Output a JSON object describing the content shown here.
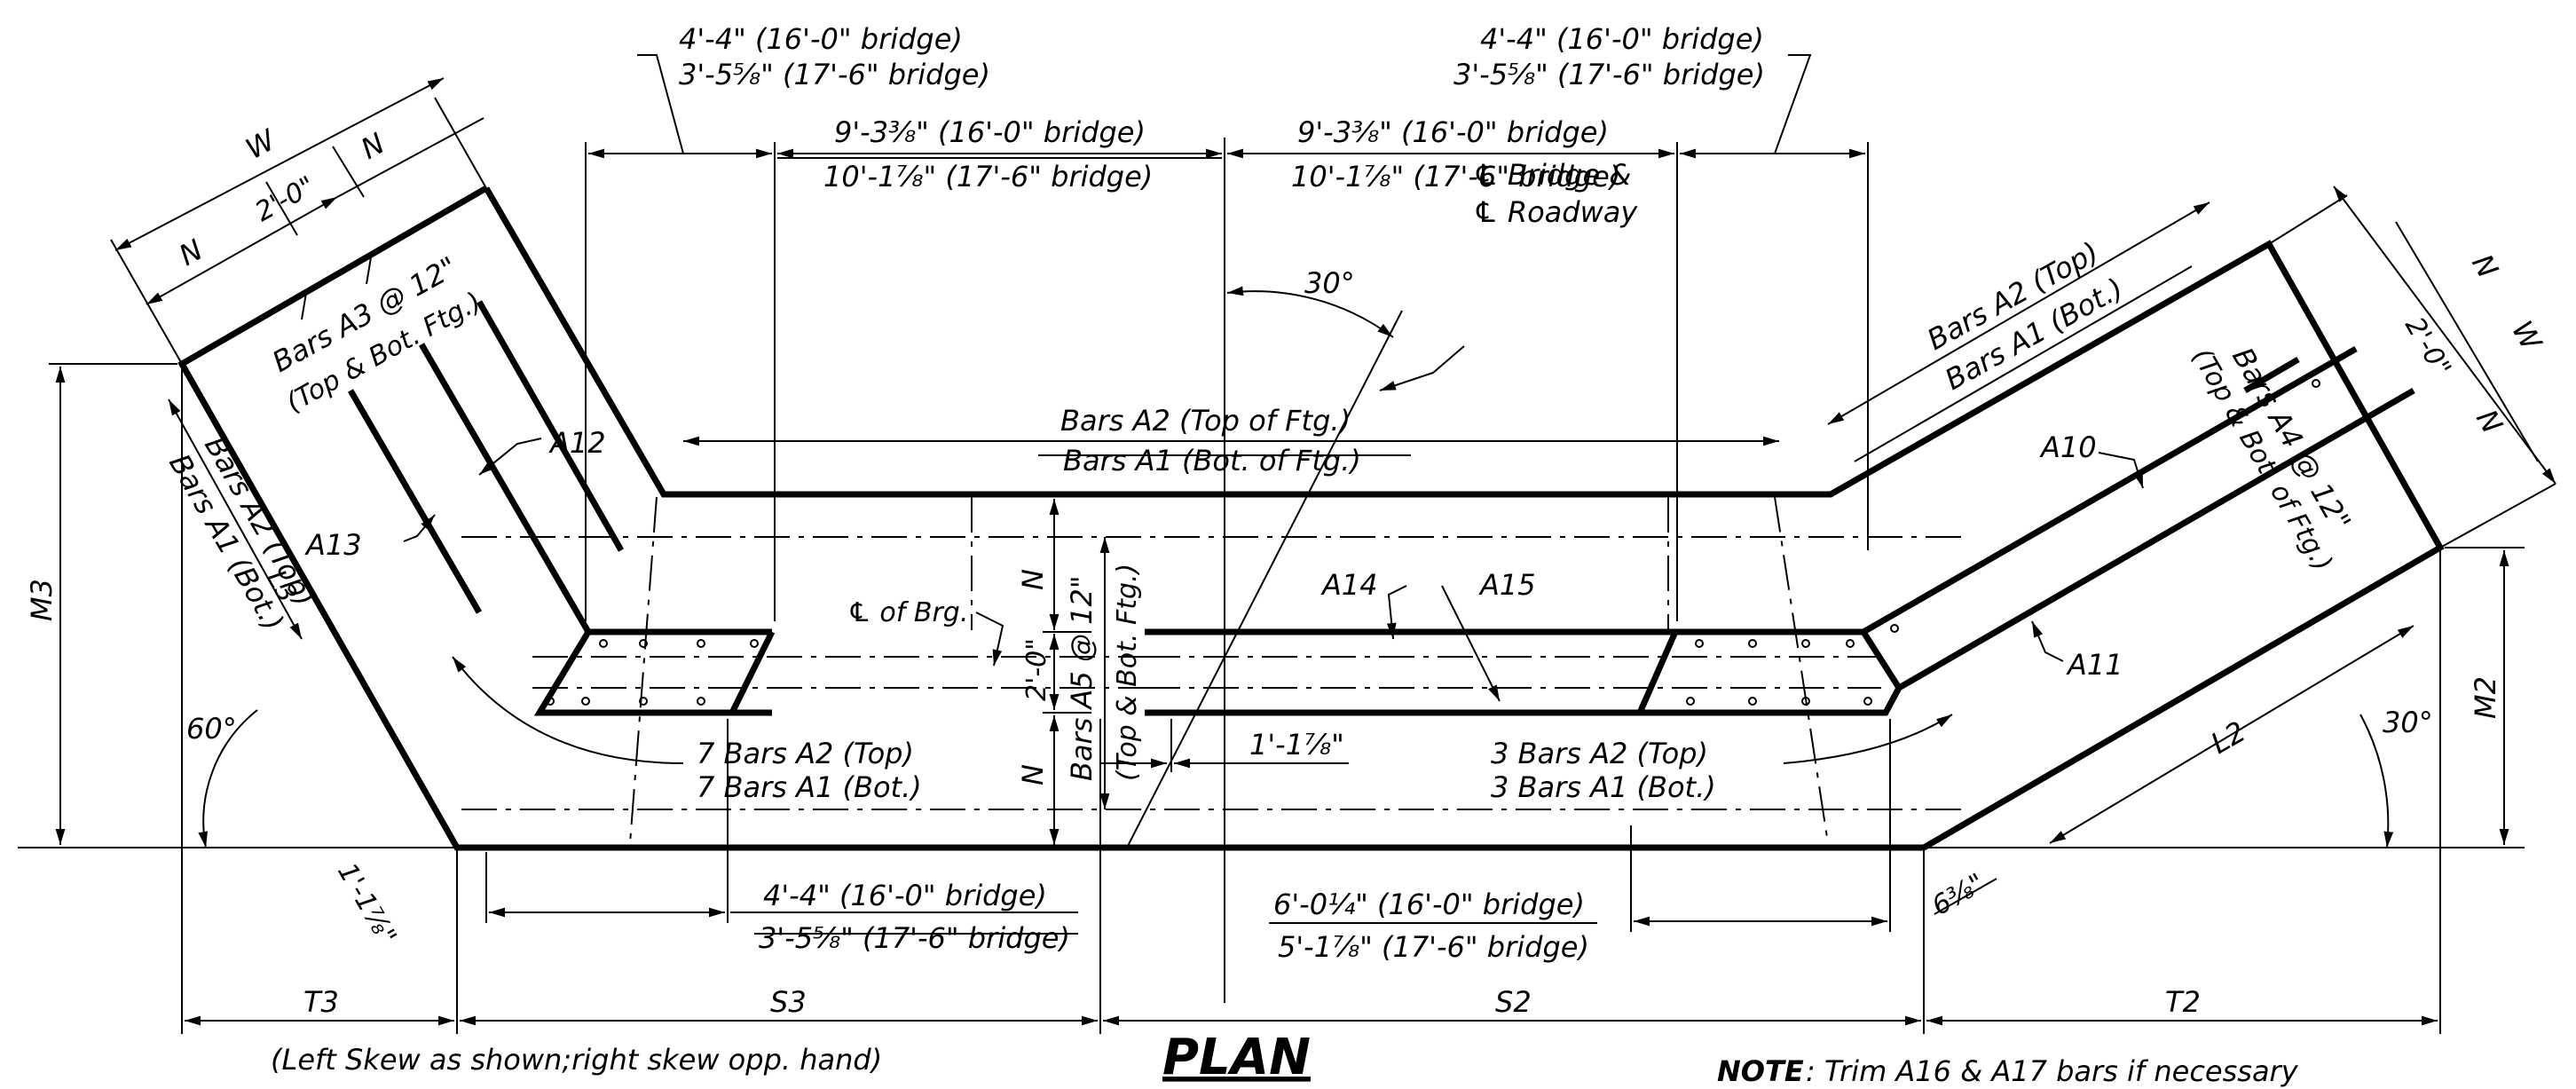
{
  "drawing": {
    "title": "PLAN",
    "skew_note": "(Left Skew as shown;right skew opp. hand)",
    "note_label": "NOTE",
    "note_text": ":  Trim A16 & A17 bars if necessary"
  },
  "dimensions": {
    "top_left_1": "4'-4\" (16'-0\" bridge)",
    "top_left_2": "3'-5⅝\" (17'-6\" bridge)",
    "top_right_1": "4'-4\" (16'-0\" bridge)",
    "top_right_2": "3'-5⅝\" (17'-6\" bridge)",
    "mid_left_1": "9'-3⅜\" (16'-0\" bridge)",
    "mid_left_2": "10'-1⅞\" (17'-6\" bridge)",
    "mid_right_1": "9'-3⅜\" (16'-0\" bridge)",
    "mid_right_2": "10'-1⅞\" (17'-6\" bridge)",
    "bot_left_1": "4'-4\" (16'-0\" bridge)",
    "bot_left_2": "3'-5⅝\" (17'-6\" bridge)",
    "bot_right_1": "6'-0¼\" (16'-0\" bridge)",
    "bot_right_2": "5'-1⅞\" (17'-6\" bridge)",
    "center_gap": "1'-1⅞\"",
    "left_small": "1'-1⅞\"",
    "right_small": "6⅜\"",
    "two_ft": "2'-0\"",
    "w": "W",
    "n": "N",
    "angle_30": "30°",
    "angle_60": "60°",
    "t3": "T3",
    "s3": "S3",
    "s2": "S2",
    "t2": "T2",
    "m3": "M3",
    "m2": "M2",
    "l3": "L3",
    "l2": "L2"
  },
  "labels": {
    "cl_bridge_1": "℄ Bridge &",
    "cl_bridge_2": "℄ Roadway",
    "cl_brg": "℄ of Brg.",
    "bars_a2_top_ftg": "Bars A2 (Top of Ftg.)",
    "bars_a1_bot_ftg": "Bars A1 (Bot. of Ftg.)",
    "bars_a3": "Bars A3 @ 12\"",
    "bars_a3_sub": "(Top & Bot. Ftg.)",
    "bars_a4": "Bars A4 @ 12\"",
    "bars_a4_sub": "(Top & Bot. of Ftg.)",
    "bars_a5": "Bars A5 @ 12\"",
    "bars_a5_sub": "(Top & Bot. Ftg.)",
    "left_a2": "Bars A2 (Top)",
    "left_a1": "Bars A1 (Bot.)",
    "right_a2": "Bars A2 (Top)",
    "right_a1": "Bars A1 (Bot.)",
    "seven_a2": "7 Bars A2 (Top)",
    "seven_a1": "7 Bars A1 (Bot.)",
    "three_a2": "3 Bars A2 (Top)",
    "three_a1": "3 Bars A1 (Bot.)",
    "a10": "A10",
    "a11": "A11",
    "a12": "A12",
    "a13": "A13",
    "a14": "A14",
    "a15": "A15"
  }
}
